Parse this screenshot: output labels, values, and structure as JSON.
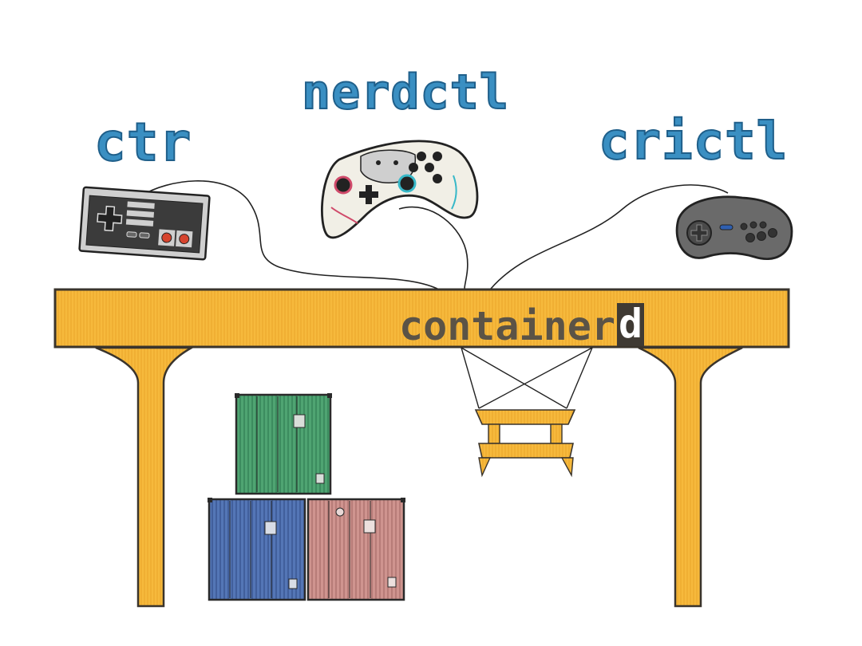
{
  "tools": {
    "ctr": "ctr",
    "nerdctl": "nerdctl",
    "crictl": "crictl"
  },
  "runtime": {
    "prefix": "container",
    "suffix": "d"
  },
  "colors": {
    "tool_text": "#3a8fc2",
    "crane": "#f5b940",
    "container_green": "#4a9e6e",
    "container_blue": "#4a6fb0",
    "container_pink": "#c98a86"
  },
  "icons": [
    "nes-controller-icon",
    "switch-pro-controller-icon",
    "sega-controller-icon",
    "shipping-container-icon",
    "crane-spreader-icon"
  ]
}
